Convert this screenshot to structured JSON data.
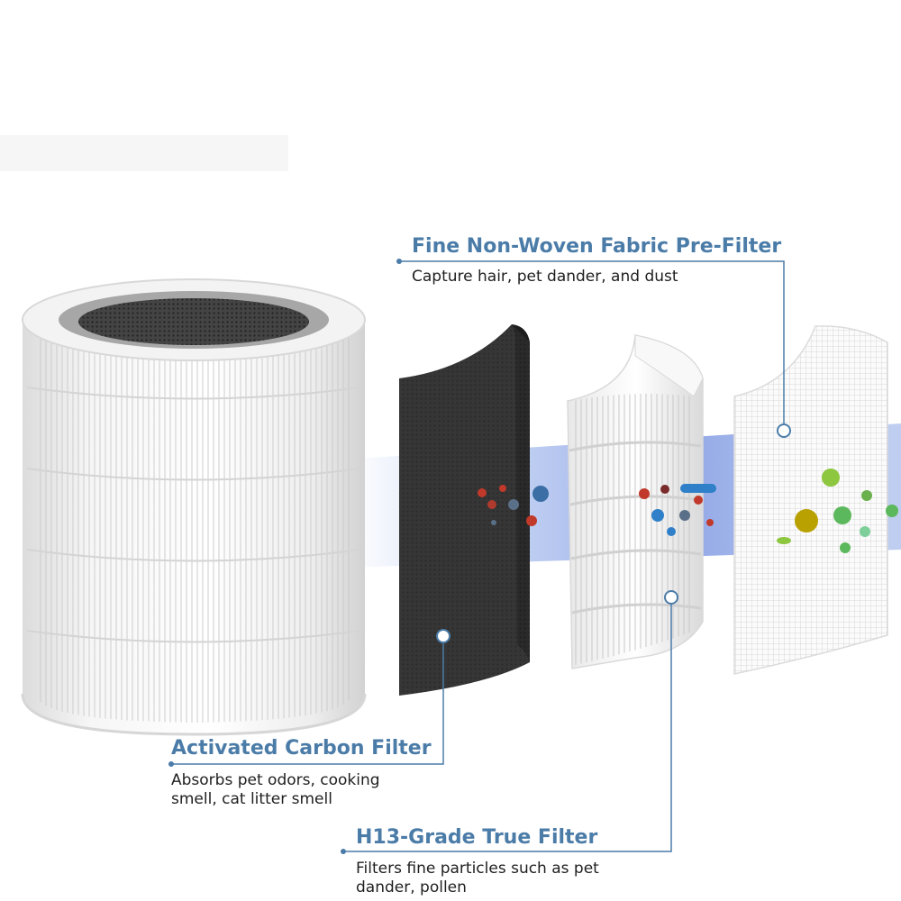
{
  "callouts": {
    "prefilter": {
      "title": "Fine Non-Woven Fabric Pre-Filter",
      "description": "Capture hair, pet dander, and dust"
    },
    "carbon": {
      "title": "Activated Carbon Filter",
      "description": "Absorbs pet odors, cooking smell, cat litter smell"
    },
    "hepa": {
      "title": "H13-Grade True Filter",
      "description": "Filters fine particles such as pet dander, pollen"
    }
  },
  "colors": {
    "accent": "#4b7ca8",
    "callout_line": "#4b7ca8",
    "carbon_sheet": "#2e2e2e",
    "airflow": "#8fa8e0",
    "filter_white": "#f4f4f4"
  }
}
